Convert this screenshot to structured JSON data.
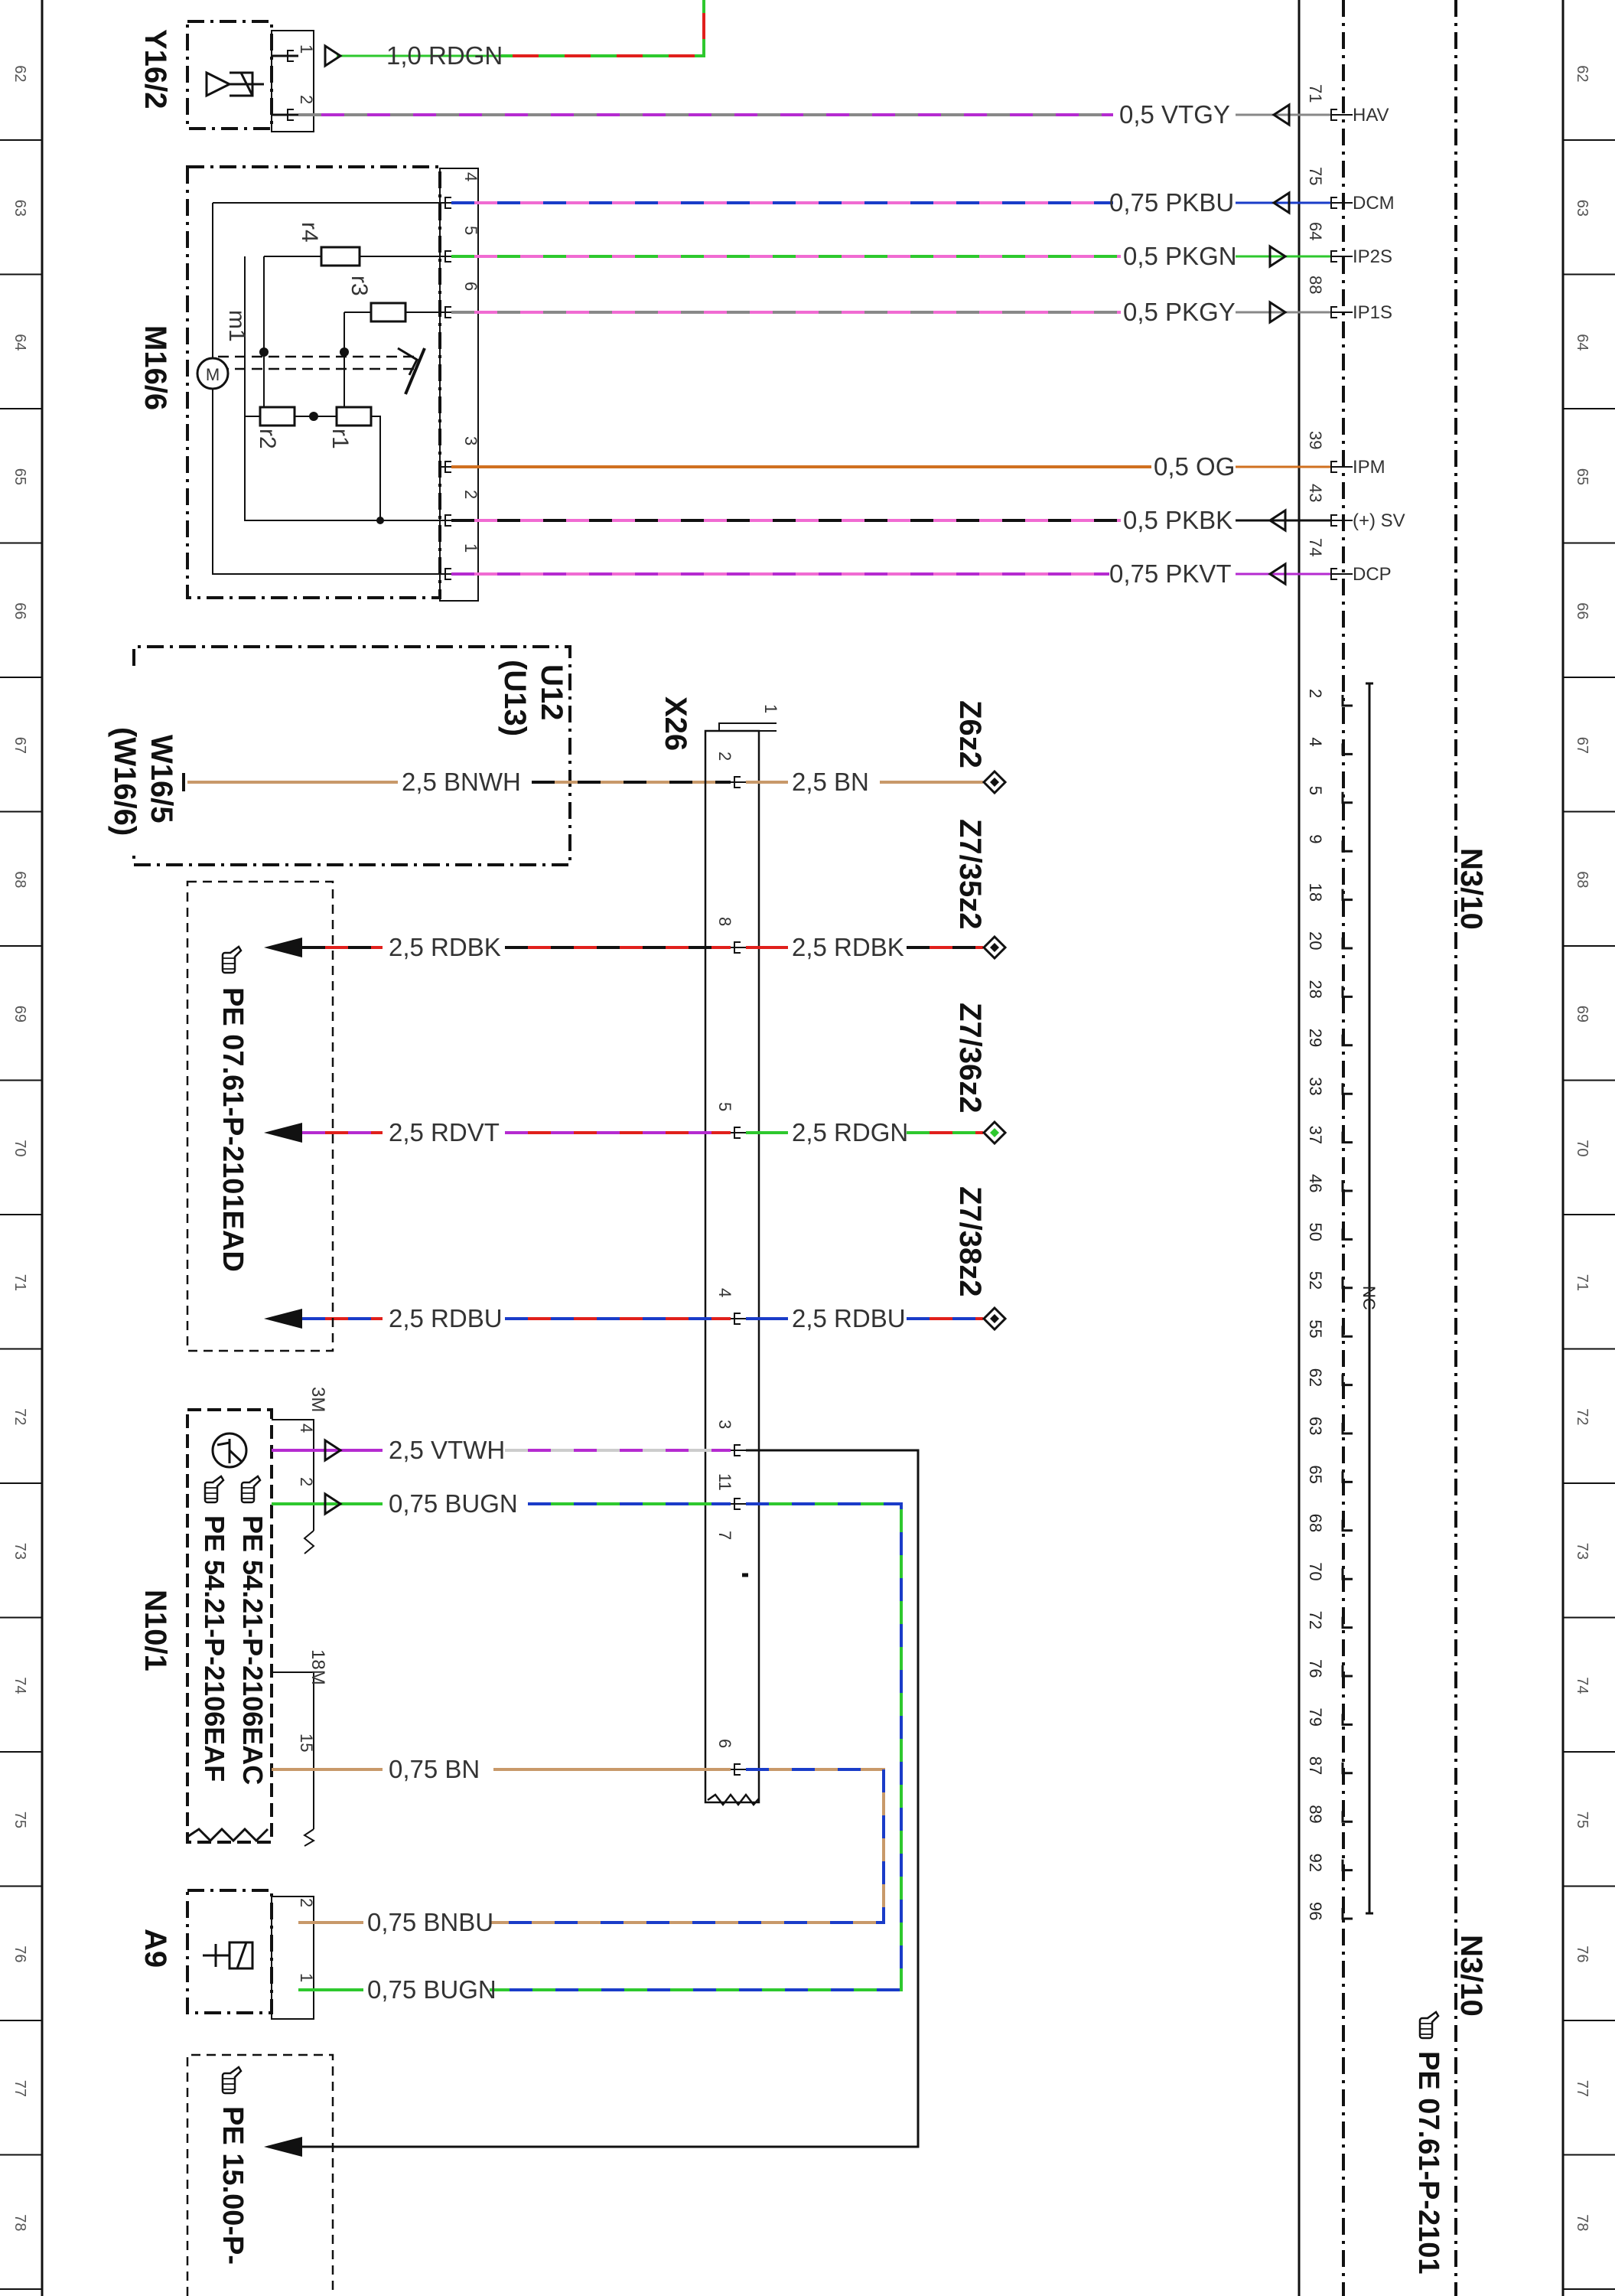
{
  "grid_numbers": [
    "62",
    "63",
    "64",
    "65",
    "66",
    "67",
    "68",
    "69",
    "70",
    "71",
    "72",
    "73",
    "74",
    "75",
    "76",
    "77",
    "78"
  ],
  "components": {
    "y16_2": "Y16/2",
    "m16_6": "M16/6",
    "u12": "U12",
    "u13": "(U13)",
    "w16_5": "W16/5",
    "w16_6": "(W16/6)",
    "x26": "X26",
    "z6z2": "Z6z2",
    "z7_35z2": "Z7/35z2",
    "z7_36z2": "Z7/36z2",
    "z7_38z2": "Z7/38z2",
    "n10_1": "N10/1",
    "a9": "A9",
    "n3_10_top": "N3/10",
    "n3_10_bottom": "N3/10"
  },
  "motor_parts": {
    "m1": "m1",
    "motor_symbol": "M",
    "r1": "r1",
    "r2": "r2",
    "r3": "r3",
    "r4": "r4"
  },
  "wires": {
    "w_1_0_rdgn": "1,0 RDGN",
    "w_0_5_vtgy": "0,5 VTGY",
    "w_0_75_pkbu": "0,75 PKBU",
    "w_0_5_pkgn": "0,5 PKGN",
    "w_0_5_pkgy": "0,5 PKGY",
    "w_0_5_og": "0,5 OG",
    "w_0_5_pkbk": "0,5 PKBK",
    "w_0_75_pkvt": "0,75 PKVT",
    "w_2_5_bnwh": "2,5 BNWH",
    "w_2_5_bn": "2,5 BN",
    "w_2_5_rdbk_left": "2,5 RDBK",
    "w_2_5_rdbk_right": "2,5 RDBK",
    "w_2_5_rdvt": "2,5 RDVT",
    "w_2_5_rdgn": "2,5 RDGN",
    "w_2_5_rdbu_left": "2,5 RDBU",
    "w_2_5_rdbu_right": "2,5 RDBU",
    "w_2_5_vtwh": "2,5 VTWH",
    "w_0_75_bugn": "0,75 BUGN",
    "w_0_75_bn": "0,75 BN",
    "w_0_75_bnbu": "0,75 BNBU",
    "w_0_75_bugn_a9": "0,75 BUGN"
  },
  "n3_10_terminals": {
    "hav": "HAV",
    "dcm": "DCM",
    "ip2s": "IP2S",
    "ip1s": "IP1S",
    "ipm": "IPM",
    "sv": "(+) SV",
    "dcp": "DCP"
  },
  "n3_10_pins": {
    "p71": "71",
    "p75": "75",
    "p64": "64",
    "p88": "88",
    "p39": "39",
    "p43": "43",
    "p74": "74"
  },
  "pins": {
    "y16_1": "1",
    "y16_2": "2",
    "m16_4": "4",
    "m16_5": "5",
    "m16_6": "6",
    "m16_3": "3",
    "m16_2": "2",
    "m16_1": "1",
    "x26_1": "1",
    "x26_2": "2",
    "x26_8": "8",
    "x26_5": "5",
    "x26_4": "4",
    "x26_3": "3",
    "x26_11": "11",
    "x26_7": "7",
    "x26_6": "6",
    "n10_4": "4",
    "n10_2": "2",
    "n10_15": "15",
    "a9_2": "2",
    "a9_1": "1"
  },
  "connector_codes": {
    "c3m": "3M",
    "c18m": "18M"
  },
  "references": {
    "pe_07_61_ead": "PE 07.61-P-2101EAD",
    "pe_54_21_eac": "PE 54.21-P-2106EAC",
    "pe_54_21_eaf": "PE 54.21-P-2106EAF",
    "pe_15_00": "PE 15.00-P-",
    "pe_07_61_bottom": "PE 07.61-P-2101"
  },
  "nc_pins": [
    "2",
    "4",
    "5",
    "9",
    "18",
    "20",
    "28",
    "29",
    "33",
    "37",
    "46",
    "50",
    "52",
    "55",
    "62",
    "63",
    "65",
    "68",
    "70",
    "72",
    "76",
    "79",
    "87",
    "89",
    "92",
    "96"
  ],
  "nc_label": "NC",
  "colors": {
    "red": "#e0201c",
    "green": "#2ec82e",
    "blue": "#1a3cc8",
    "violet": "#b52bd0",
    "pink": "#f06bd2",
    "brown": "#c8996a",
    "orange": "#d07020",
    "grey": "#888888",
    "black": "#111111",
    "white": "#ffffff"
  },
  "icons": {
    "hand_pointer": "hand-pointer-icon"
  }
}
